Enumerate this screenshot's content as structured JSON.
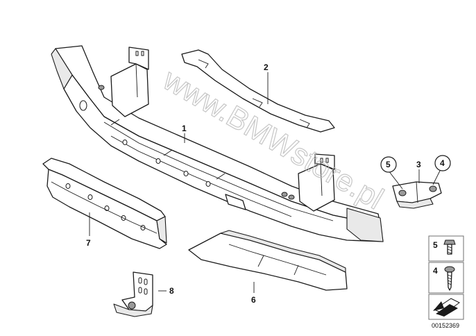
{
  "callouts": {
    "p1": "1",
    "p2": "2",
    "p3": "3",
    "p4": "4",
    "p5": "5",
    "p6": "6",
    "p7": "7",
    "p8": "8"
  },
  "legend": {
    "item5": "5",
    "item4": "4"
  },
  "watermark": "www.BMWstore.pl",
  "doc_id": "00152369"
}
